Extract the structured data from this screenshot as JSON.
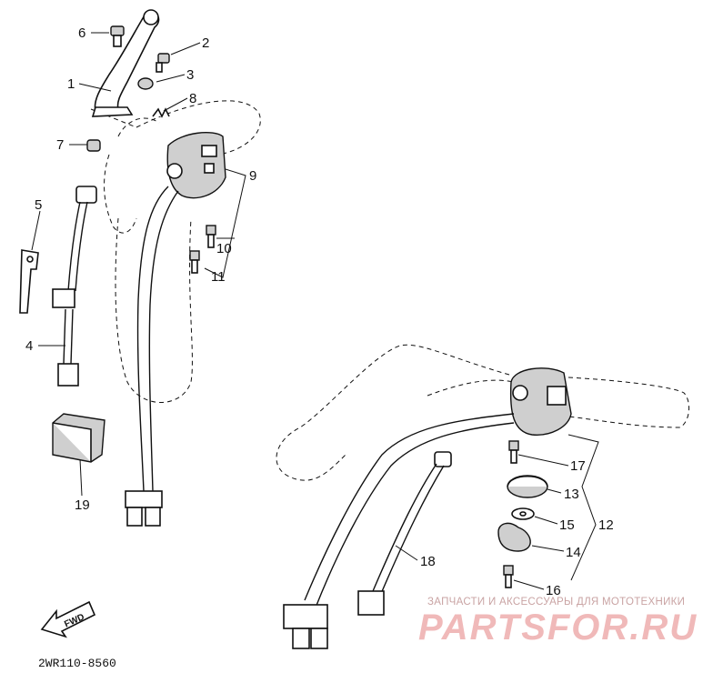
{
  "labels": [
    "1",
    "2",
    "3",
    "4",
    "5",
    "6",
    "7",
    "8",
    "9",
    "10",
    "11",
    "12",
    "13",
    "14",
    "15",
    "16",
    "17",
    "18",
    "19"
  ],
  "direction_arrow": "FWD",
  "diagram_code": "2WR110-8560",
  "watermark": {
    "tagline": "ЗАПЧАСТИ И АКСЕССУАРЫ ДЛЯ МОТОТЕХНИКИ",
    "logo_text": "PARTSFOR.RU",
    "color": "#f0b9b9"
  }
}
